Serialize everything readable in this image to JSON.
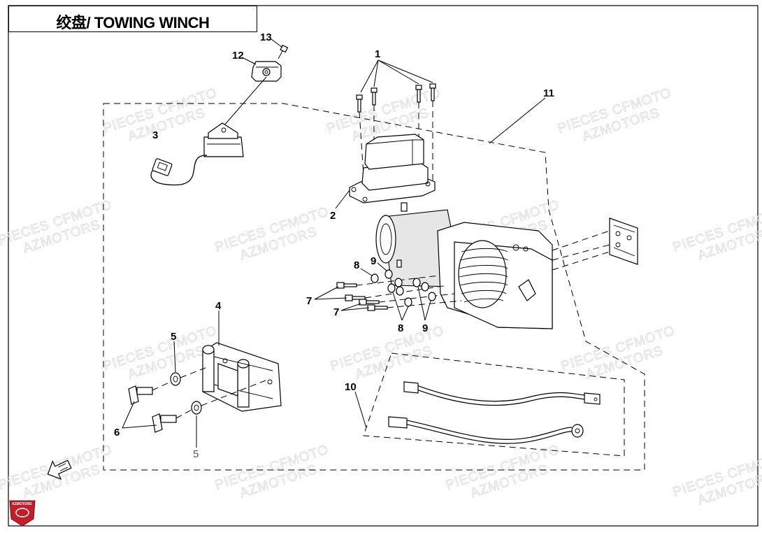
{
  "header": {
    "title": "绞盘/ TOWING WINCH"
  },
  "watermark": {
    "line1": "PIECES CFMOTO",
    "line2": "AZMOTORS"
  },
  "logo": {
    "text": "AZMOTORS"
  },
  "callouts": {
    "c1": "1",
    "c2": "2",
    "c3": "3",
    "c4": "4",
    "c5a": "5",
    "c5b": "5",
    "c6": "6",
    "c7a": "7",
    "c7b": "7",
    "c8": "8",
    "c9a": "9",
    "c9b": "9",
    "c10": "10",
    "c11": "11",
    "c12": "12",
    "c13": "13"
  },
  "parts": [
    {
      "ref": "1",
      "name": "bolt"
    },
    {
      "ref": "2",
      "name": "winch-control-box"
    },
    {
      "ref": "3",
      "name": "winch-switch"
    },
    {
      "ref": "4",
      "name": "roller-fairlead"
    },
    {
      "ref": "5",
      "name": "washer"
    },
    {
      "ref": "6",
      "name": "flange-bolt"
    },
    {
      "ref": "7",
      "name": "bolt"
    },
    {
      "ref": "8",
      "name": "washer"
    },
    {
      "ref": "9",
      "name": "nut"
    },
    {
      "ref": "10",
      "name": "cable-set"
    },
    {
      "ref": "11",
      "name": "winch-assembly"
    },
    {
      "ref": "12",
      "name": "switch-bracket"
    },
    {
      "ref": "13",
      "name": "screw"
    }
  ]
}
